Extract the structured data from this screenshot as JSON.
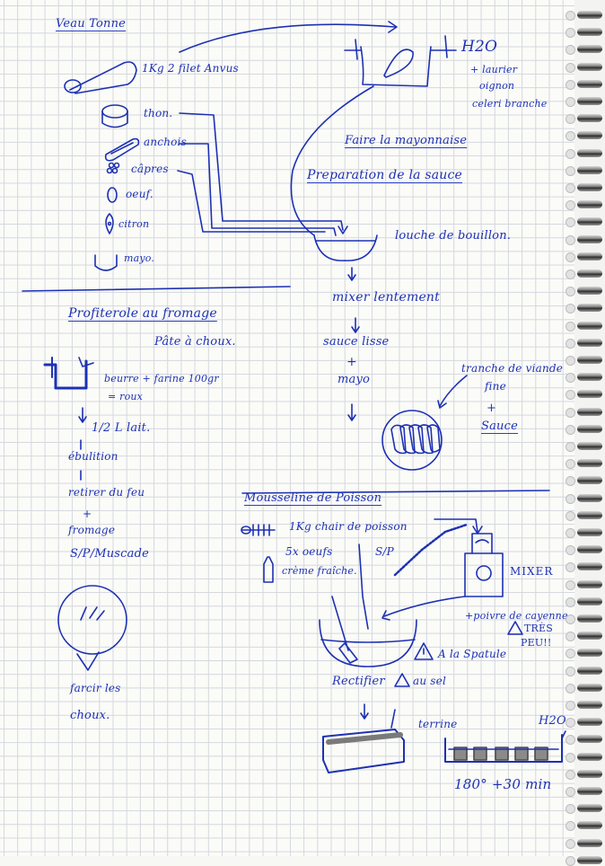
{
  "colors": {
    "ink": "#1d31b3",
    "grid": "#d4d7de",
    "paper": "#fbfbf8"
  },
  "veau": {
    "title": "Veau Tonne",
    "ingredient_main": "1Kg 2 filet Anvus",
    "thon": "thon.",
    "anchois": "anchois",
    "capres": "câpres",
    "oeuf": "oeuf.",
    "citron": "citron",
    "mayo": "mayo."
  },
  "bouillon": {
    "h2o": "H2O",
    "aromates": [
      "+ laurier",
      "oignon",
      "celeri branche"
    ]
  },
  "sauce": {
    "mayonnaise": "Faire la mayonnaise",
    "preparation": "Preparation de la sauce",
    "louche": "louche de bouillon.",
    "mixer": "mixer lentement",
    "sauce_lisse": "sauce lisse",
    "plus": "+",
    "mayo": "mayo",
    "tranche": [
      "tranche de viande",
      "fine"
    ],
    "plus2": "+",
    "sauce_label": "Sauce"
  },
  "profiterole": {
    "title": "Profiterole au fromage",
    "subtitle": "Pâte à choux.",
    "beurre": "beurre + farine 100gr",
    "roux": "= roux",
    "lait": "1/2 L lait.",
    "ebullition": "ébulition",
    "retirer": "retirer du feu",
    "plus": "+",
    "fromage": "fromage",
    "assaisonnement": "S/P/Muscade",
    "farcir": [
      "farcir les",
      "choux."
    ]
  },
  "mousseline": {
    "title": "Mousseline de Poisson",
    "chair": "1Kg chair de poisson",
    "oeufs": "5x oeufs",
    "sp": "S/P",
    "creme": "crème fraîche.",
    "mixer": "MIXER",
    "cayenne": "+poivre de cayenne",
    "tres_peu": [
      "TRÈS",
      "PEU!!"
    ],
    "spatule": "A la Spatule",
    "rectifier": "Rectifier",
    "au_sel": "au sel",
    "terrine": "terrine",
    "h2o": "H2O",
    "cuisson": "180° +30 min"
  }
}
